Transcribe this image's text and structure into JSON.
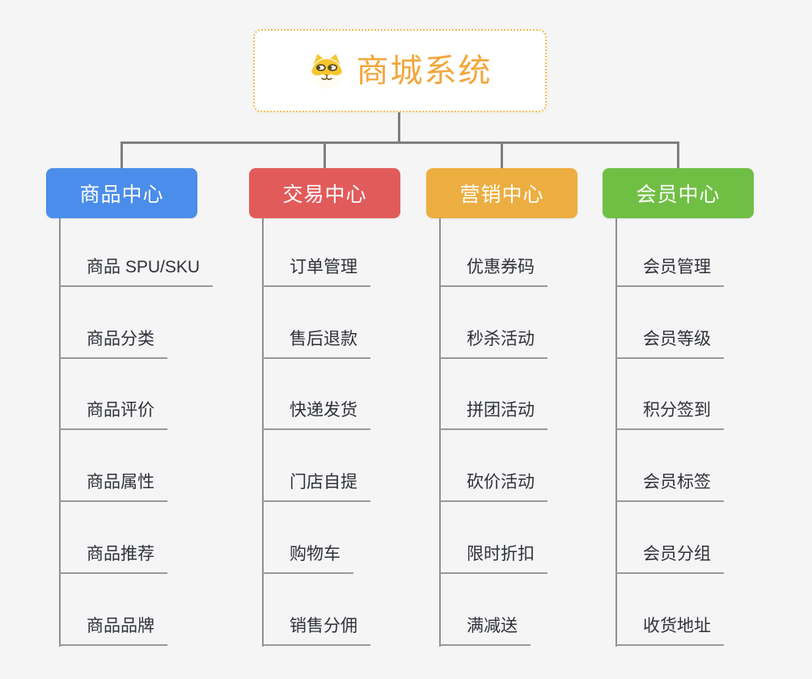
{
  "root": {
    "title": "商城系统",
    "icon": "dog-face-icon"
  },
  "branches": [
    {
      "label": "商品中心",
      "color": "#4b8dea",
      "items": [
        "商品 SPU/SKU",
        "商品分类",
        "商品评价",
        "商品属性",
        "商品推荐",
        "商品品牌"
      ]
    },
    {
      "label": "交易中心",
      "color": "#e25b5b",
      "items": [
        "订单管理",
        "售后退款",
        "快递发货",
        "门店自提",
        "购物车",
        "销售分佣"
      ]
    },
    {
      "label": "营销中心",
      "color": "#ecae40",
      "items": [
        "优惠券码",
        "秒杀活动",
        "拼团活动",
        "砍价活动",
        "限时折扣",
        "满减送"
      ]
    },
    {
      "label": "会员中心",
      "color": "#70bf45",
      "items": [
        "会员管理",
        "会员等级",
        "积分签到",
        "会员标签",
        "会员分组",
        "收货地址"
      ]
    }
  ],
  "colors": {
    "background": "#f5f5f5",
    "connector": "#7f7f7f",
    "branch_line": "#8f8f8f",
    "leaf_underline": "#999999",
    "leaf_text": "#2f323a",
    "root_title": "#f1a73c",
    "root_border": "#f6bd52",
    "root_background": "#ffffff"
  }
}
